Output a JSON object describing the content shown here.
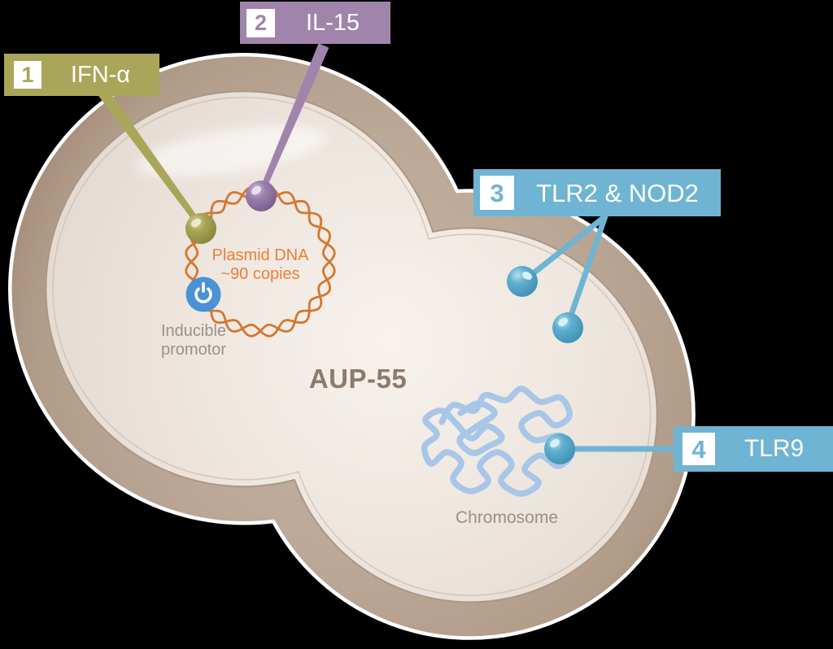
{
  "figure": {
    "background_color": "#000000",
    "description": "Engineered bacterium diagram with numbered receptor callouts"
  },
  "cell": {
    "name": "AUP-55",
    "name_color": "#8b7b6c",
    "wall_color": "#b6a292",
    "interior_color": "#ece4dd",
    "outline_color": "#ffffff"
  },
  "labels": [
    {
      "number": "1",
      "text": "IFN-α",
      "color": "#a9a659"
    },
    {
      "number": "2",
      "text": "IL-15",
      "color": "#a184ab"
    },
    {
      "number": "3",
      "text": "TLR2 & NOD2",
      "color": "#6fb4d2"
    },
    {
      "number": "4",
      "text": "TLR9",
      "color": "#6fb4d2"
    }
  ],
  "plasmid": {
    "caption_line1": "Plasmid DNA",
    "caption_line2": "~90 copies",
    "text_color": "#ee7e35",
    "dna_color": "#d4772e"
  },
  "promoter": {
    "line1": "Inducible",
    "line2": "promotor",
    "icon": "power-icon",
    "icon_color": "#4a91d6",
    "text_color": "#9a918a"
  },
  "chromosome": {
    "label": "Chromosome",
    "color": "#a3c4e8",
    "text_color": "#9a8f88"
  },
  "receptors": {
    "ifn_alpha_ball_color": "#a9a755",
    "il15_ball_color": "#9c80ad",
    "tlr_ball_color": "#5fafd0"
  }
}
